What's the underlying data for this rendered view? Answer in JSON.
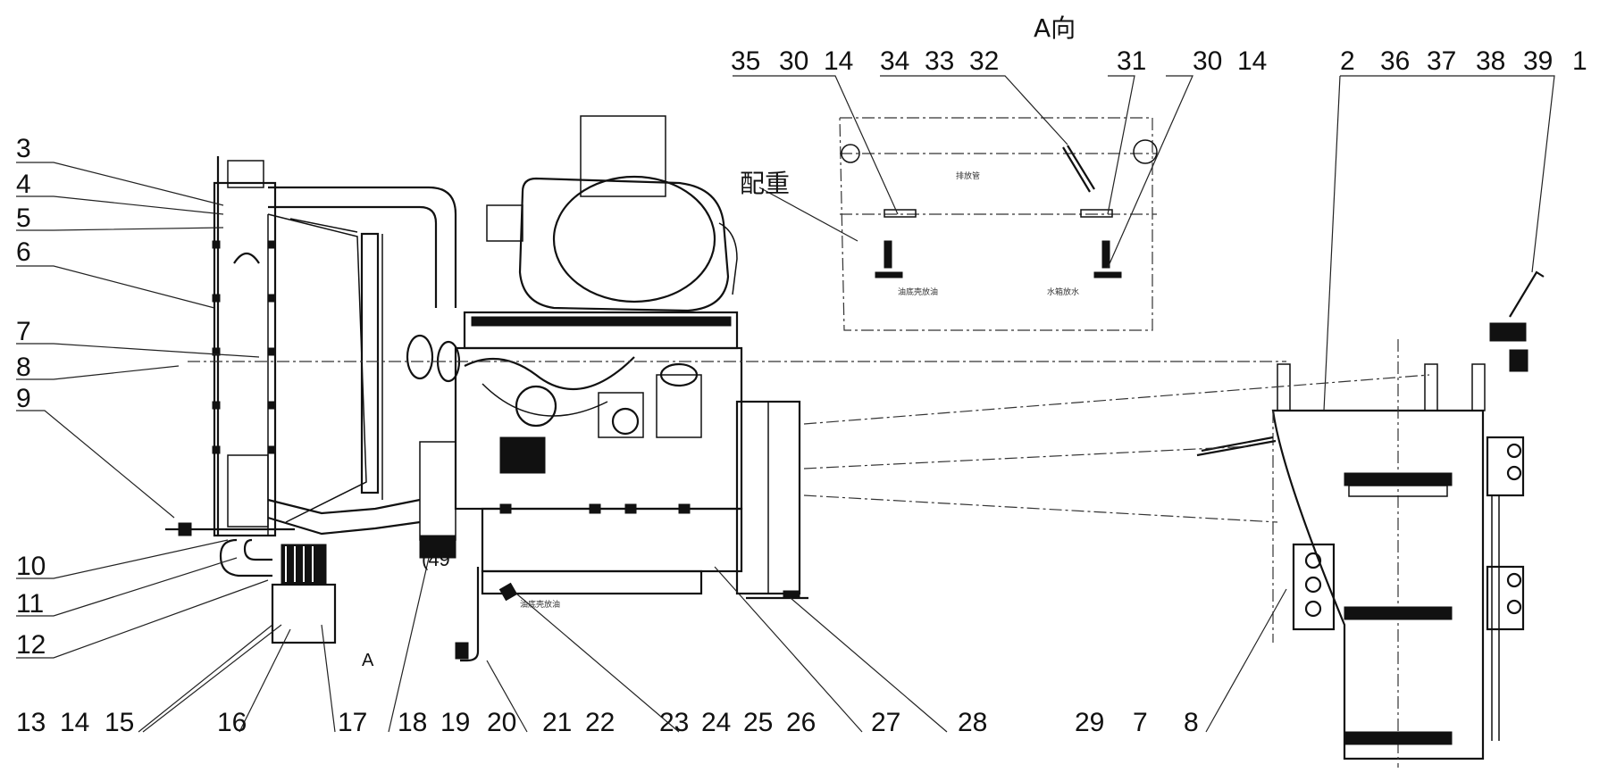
{
  "view_title": "A向",
  "counterweight_label": "配重",
  "view_a_marker": "A",
  "callout_49": "(49",
  "callouts_left": [
    "3",
    "4",
    "5",
    "6",
    "7",
    "8",
    "9",
    "10",
    "11",
    "12"
  ],
  "callouts_bottom": [
    "13",
    "14",
    "15",
    "16",
    "17",
    "18",
    "19",
    "20",
    "21",
    "22",
    "23",
    "24",
    "25",
    "26",
    "27",
    "28",
    "29",
    "7",
    "8"
  ],
  "callouts_top_view": [
    "35",
    "30",
    "14",
    "34",
    "33",
    "32",
    "31",
    "30",
    "14"
  ],
  "callouts_top_right": [
    "2",
    "36",
    "37",
    "38",
    "39",
    "1"
  ],
  "small_notes": {
    "oil_drain": "油底壳放油",
    "view_note_1": "排放管",
    "view_note_2": "油底壳放油",
    "view_note_3": "水箱放水"
  }
}
